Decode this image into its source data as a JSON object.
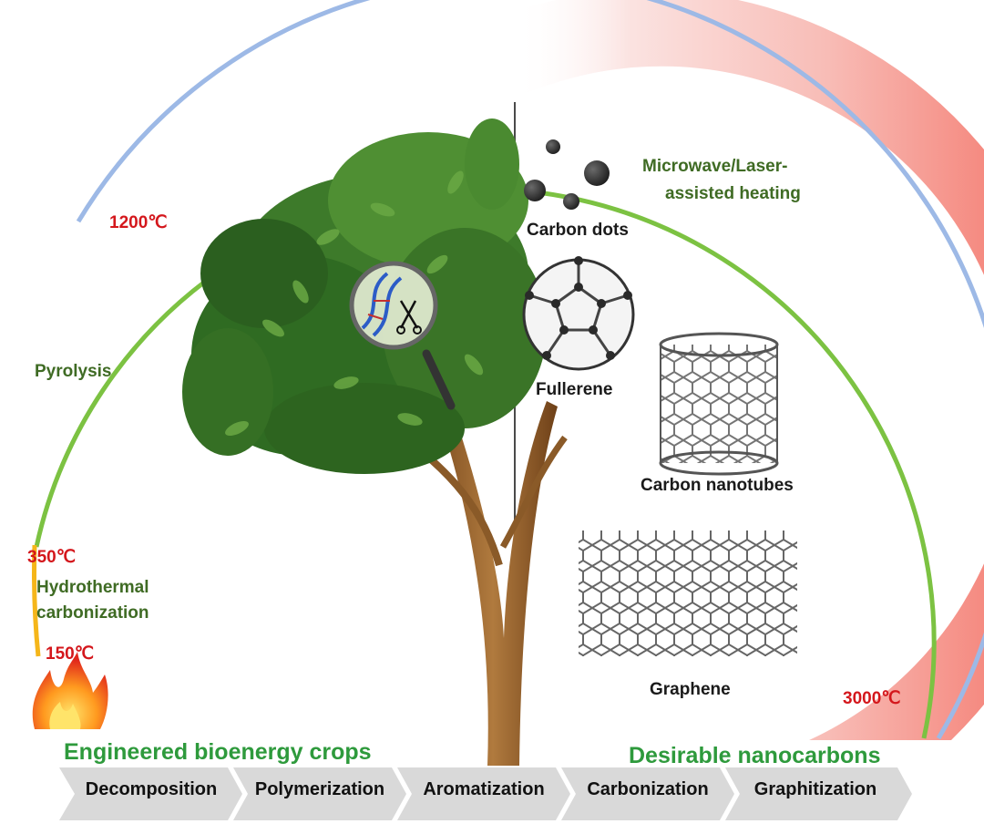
{
  "temperatures": {
    "t150": "150℃",
    "t350": "350℃",
    "t1200": "1200℃",
    "t3000": "3000℃"
  },
  "processes": {
    "pyrolysis": "Pyrolysis",
    "hydrothermal_line1": "Hydrothermal",
    "hydrothermal_line2": "carbonization",
    "microwave_line1": "Microwave/Laser-",
    "microwave_line2": "assisted heating"
  },
  "materials": {
    "carbon_dots": "Carbon dots",
    "fullerene": "Fullerene",
    "nanotubes": "Carbon nanotubes",
    "graphene": "Graphene"
  },
  "headings": {
    "left": "Engineered bioenergy crops",
    "right": "Desirable nanocarbons"
  },
  "steps": [
    "Decomposition",
    "Polymerization",
    "Aromatization",
    "Carbonization",
    "Graphitization"
  ],
  "colors": {
    "temperature_text": "#d4171c",
    "process_text": "#3f6b24",
    "heading_text": "#2e9a3c",
    "arc_green": "#7cc242",
    "arc_blue": "#9db9e6",
    "arc_orange": "#f5b61a",
    "heat_gradient_end": "#f36b5f"
  },
  "icons": [
    "flame-icon",
    "magnifier-dna-icon",
    "tree-icon"
  ]
}
